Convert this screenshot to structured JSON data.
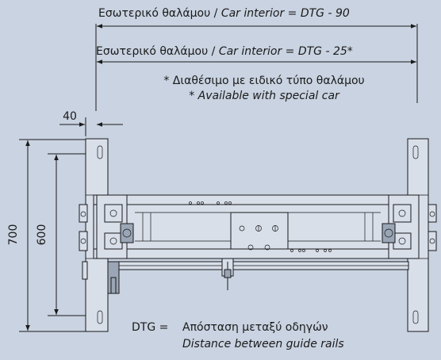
{
  "colors": {
    "background": "#c9d3e1",
    "line": "#1a1a1a",
    "part_fill": "#d8dfe9",
    "part_dark": "#9aa6b6"
  },
  "dimensions": {
    "top1": {
      "greek": "Εσωτερικό θαλάμου / ",
      "english": "Car interior = DTG - 90"
    },
    "top2": {
      "greek": "Εσωτερικό θαλάμου / ",
      "english": "Car interior = DTG - 25*"
    },
    "note_greek": "* Διαθέσιμο με ειδικό τύπο θαλάμου",
    "note_english": "* Available with special car",
    "rail_width": "40",
    "height_700": "700",
    "height_600": "600"
  },
  "legend": {
    "key": "DTG =",
    "greek": "Απόσταση μεταξύ οδηγών",
    "english": "Distance between guide rails"
  }
}
